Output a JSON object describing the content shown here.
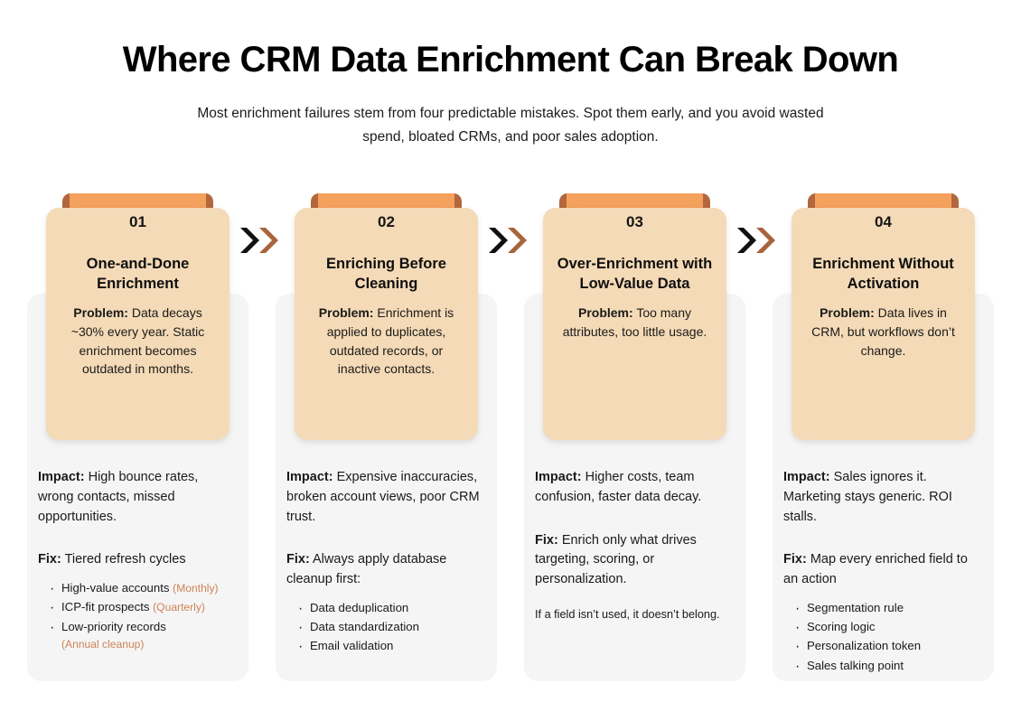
{
  "header": {
    "title": "Where CRM Data Enrichment Can Break Down",
    "subtitle": "Most enrichment failures stem from four predictable mistakes. Spot them early, and you avoid wasted spend, bloated CRMs, and poor sales adoption."
  },
  "labels": {
    "problem": "Problem:",
    "impact": "Impact:",
    "fix": "Fix:"
  },
  "colors": {
    "ribbon_orange": "#f5a15e",
    "ribbon_tail_brown": "#b2673c",
    "card_peach": "#f4dab6",
    "panel_gray": "#f5f5f5",
    "annotation_orange": "#cf8257",
    "chevron_dark": "#111111",
    "chevron_brown": "#a8643c"
  },
  "separators": [
    {
      "name": "chevron-separator-1"
    },
    {
      "name": "chevron-separator-2"
    },
    {
      "name": "chevron-separator-3"
    }
  ],
  "cards": [
    {
      "number": "01",
      "title": "One-and-Done Enrichment",
      "problem": "Data decays ~30% every year. Static enrichment becomes outdated in months.",
      "impact": "High bounce rates, wrong contacts, missed opportunities.",
      "fix": "Tiered refresh cycles",
      "bullets": [
        {
          "text": "High-value accounts",
          "note": "(Monthly)",
          "note_on_new_line": false
        },
        {
          "text": "ICP-fit prospects",
          "note": "(Quarterly)",
          "note_on_new_line": false
        },
        {
          "text": "Low-priority records",
          "note": "(Annual cleanup)",
          "note_on_new_line": true
        }
      ],
      "footnote": ""
    },
    {
      "number": "02",
      "title": "Enriching Before Cleaning",
      "problem": "Enrichment is applied to duplicates, outdated records, or inactive contacts.",
      "impact": "Expensive inaccuracies, broken account views, poor CRM trust.",
      "fix": "Always apply database cleanup first:",
      "bullets": [
        {
          "text": "Data deduplication",
          "note": "",
          "note_on_new_line": false
        },
        {
          "text": "Data standardization",
          "note": "",
          "note_on_new_line": false
        },
        {
          "text": "Email validation",
          "note": "",
          "note_on_new_line": false
        }
      ],
      "footnote": ""
    },
    {
      "number": "03",
      "title": "Over-Enrichment with Low-Value Data",
      "problem": "Too many attributes, too little usage.",
      "impact": "Higher costs, team confusion, faster data decay.",
      "fix": "Enrich only what drives targeting, scoring, or personalization.",
      "bullets": [],
      "footnote": "If a field isn’t used, it doesn’t belong."
    },
    {
      "number": "04",
      "title": "Enrichment Without Activation",
      "problem": "Data lives in CRM, but workflows don’t change.",
      "impact": "Sales ignores it. Marketing stays generic. ROI stalls.",
      "fix": "Map every enriched field to an action",
      "bullets": [
        {
          "text": "Segmentation rule",
          "note": "",
          "note_on_new_line": false
        },
        {
          "text": "Scoring logic",
          "note": "",
          "note_on_new_line": false
        },
        {
          "text": "Personalization token",
          "note": "",
          "note_on_new_line": false
        },
        {
          "text": "Sales talking point",
          "note": "",
          "note_on_new_line": false
        }
      ],
      "footnote": ""
    }
  ]
}
